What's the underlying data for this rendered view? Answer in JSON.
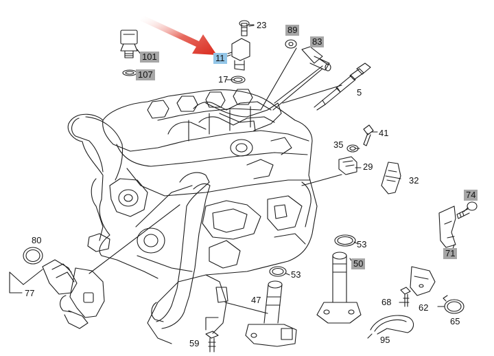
{
  "labels": {
    "l101": "101",
    "l107": "107",
    "l23": "23",
    "l11": "11",
    "l17": "17",
    "l89": "89",
    "l83": "83",
    "l5": "5",
    "l41": "41",
    "l35": "35",
    "l29": "29",
    "l32": "32",
    "l74": "74",
    "l71": "71",
    "l80": "80",
    "l77": "77",
    "l53a": "53",
    "l50": "50",
    "l53b": "53",
    "l47": "47",
    "l68": "68",
    "l62": "62",
    "l65": "65",
    "l95": "95",
    "l59": "59"
  },
  "colors": {
    "arrow": "#e03b2e",
    "highlight_grey": "#a6a6a6",
    "highlight_blue": "#93c6e8",
    "line": "#1a1a1a"
  }
}
